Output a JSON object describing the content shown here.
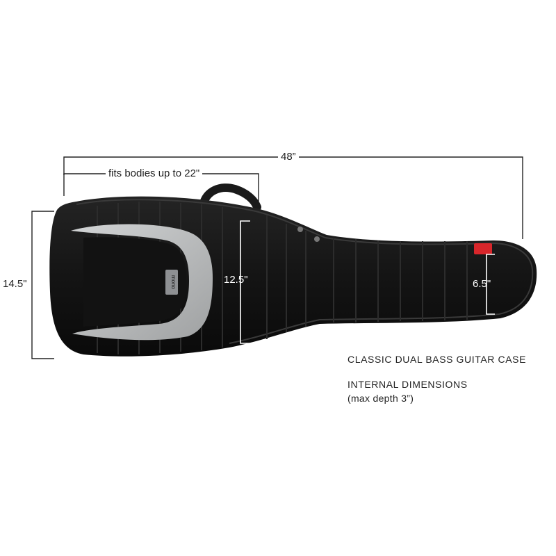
{
  "dimensions": {
    "length": "48”",
    "body_width": "fits bodies up to 22\"",
    "body_height": "14.5\"",
    "inner_height": "12.5\"",
    "neck_height": "6.5\""
  },
  "caption": {
    "title": "CLASSIC DUAL BASS GUITAR CASE",
    "subtitle": "INTERNAL DIMENSIONS",
    "note": "(max depth 3”)"
  },
  "product": {
    "logo_text": "mono",
    "case_color": "#141414",
    "pocket_trim_color": "#b9bbbc",
    "tag_color": "#d8262b"
  }
}
